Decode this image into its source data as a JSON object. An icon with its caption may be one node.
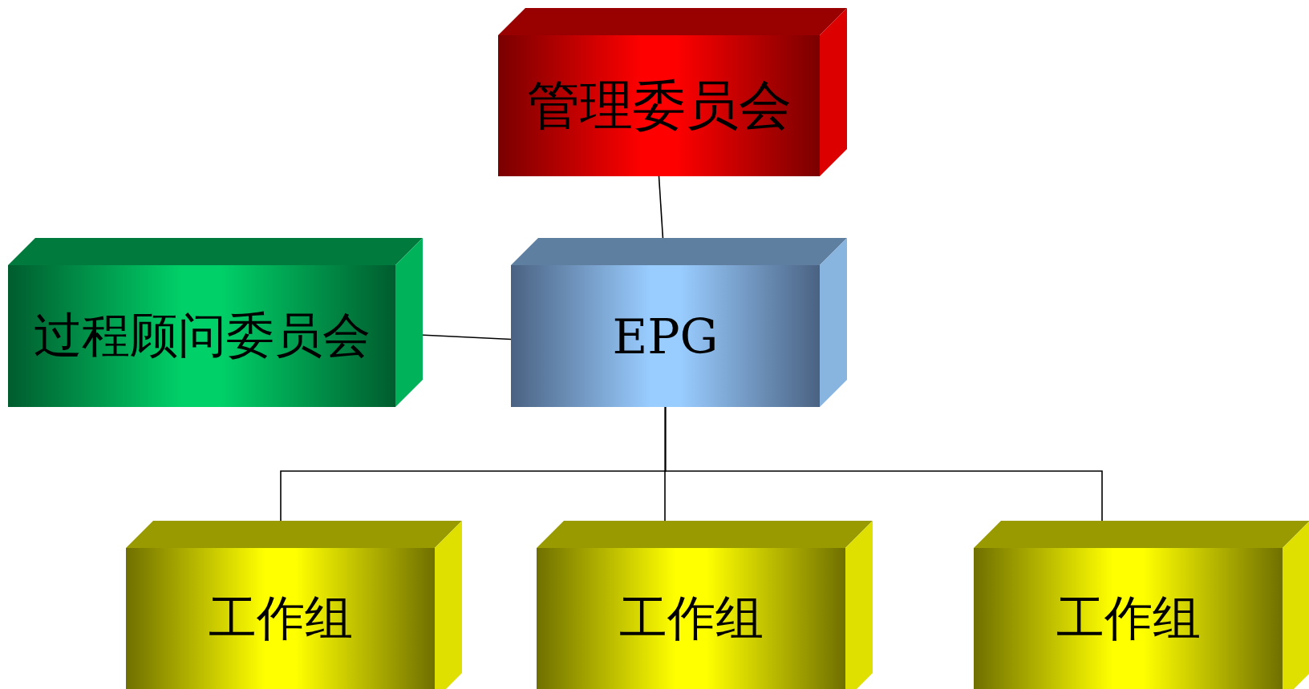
{
  "diagram": {
    "nodes": [
      {
        "text": [
          "管理委员会"
        ]
      },
      {
        "text": [
          "过程顾问委员会"
        ]
      },
      {
        "text": [
          "EPG"
        ]
      },
      {
        "text": [
          "工作组"
        ]
      },
      {
        "text": [
          "工作组"
        ]
      },
      {
        "text": [
          "工作组"
        ]
      }
    ],
    "edges": [
      {
        "from": 0,
        "to": 2,
        "arrow": "none"
      },
      {
        "from": 1,
        "to": 2,
        "arrow": "none"
      },
      {
        "from": 2,
        "to": 3,
        "arrow": "none"
      },
      {
        "from": 2,
        "to": 4,
        "arrow": "none"
      },
      {
        "from": 2,
        "to": 5,
        "arrow": "none"
      }
    ]
  }
}
